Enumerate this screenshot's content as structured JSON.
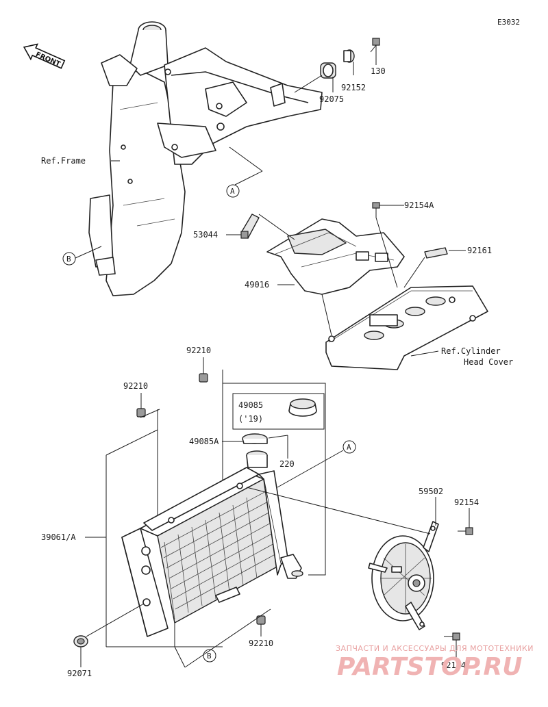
{
  "diagram_code": "E3032",
  "front_label": "FRONT",
  "callouts": {
    "a_top": "A",
    "a_mid": "A",
    "b_left": "B",
    "b_bottom": "B"
  },
  "labels": {
    "p130": "130",
    "p92152": "92152",
    "p92075": "92075",
    "ref_frame": "Ref.Frame",
    "p92154A": "92154A",
    "p53044": "53044",
    "p92161": "92161",
    "p49016": "49016",
    "ref_cyl_line1": "Ref.Cylinder",
    "ref_cyl_line2": "Head Cover",
    "p92210_top": "92210",
    "p92210_left": "92210",
    "p49085": "49085",
    "p49085_year": "('19)",
    "p49085A": "49085A",
    "p220": "220",
    "p59502": "59502",
    "p92154_right": "92154",
    "p39061A": "39061/A",
    "p92210_bottom": "92210",
    "p92071": "92071",
    "p92154_bottom": "92154"
  },
  "watermark": {
    "top": "ЗАПЧАСТИ И АКСЕССУАРЫ ДЛЯ МОТОТЕХНИКИ",
    "main": "PARTSTOP.RU"
  }
}
